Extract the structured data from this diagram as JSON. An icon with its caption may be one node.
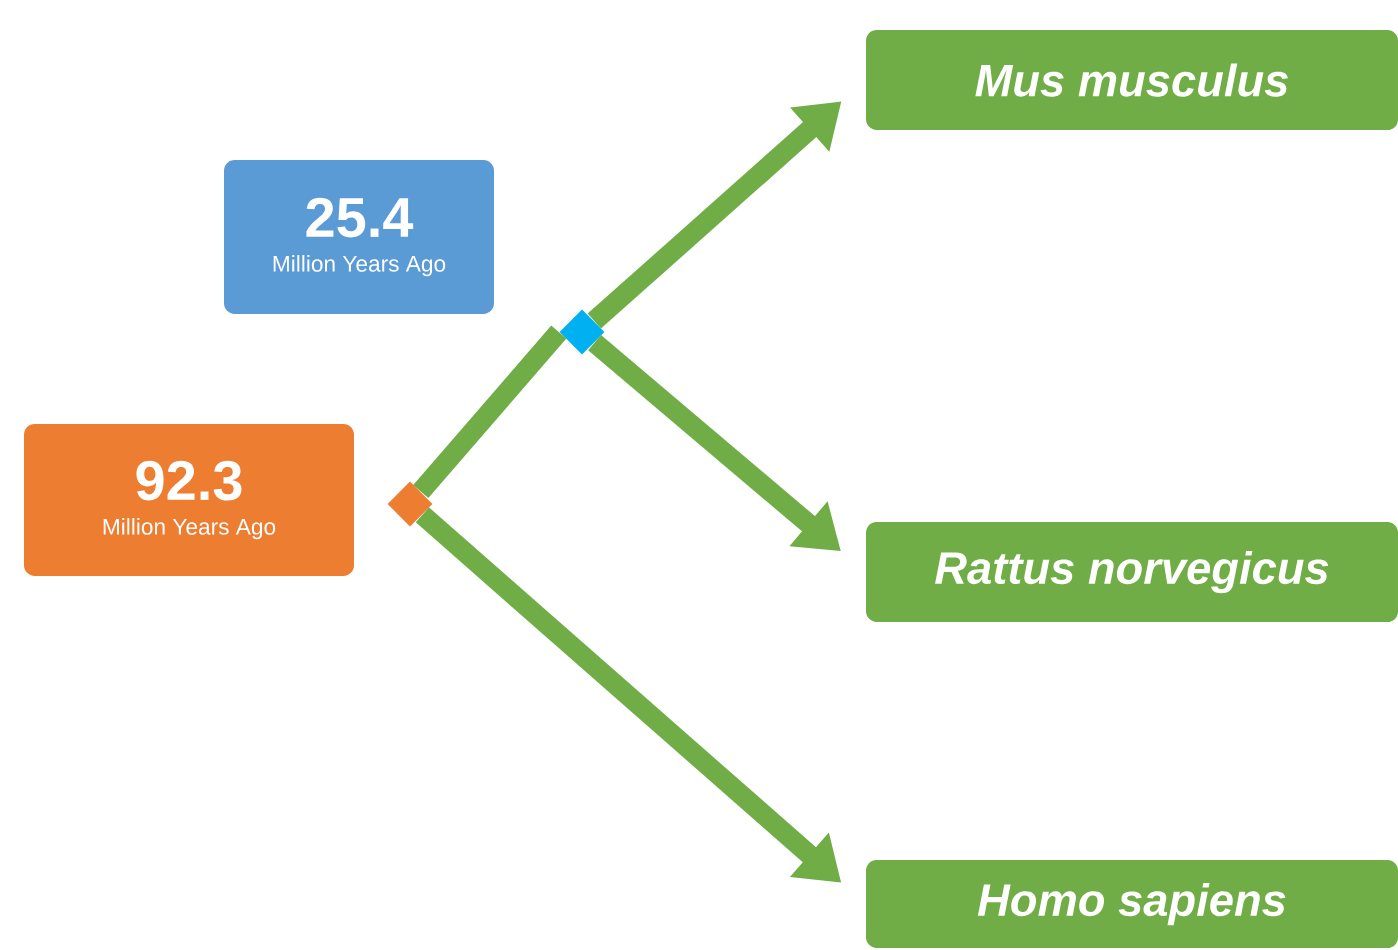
{
  "diagram": {
    "nodes": [
      {
        "text": [
          "25.4",
          "Million Years Ago"
        ]
      },
      {
        "text": [
          "92.3",
          "Million Years Ago"
        ]
      },
      {
        "text": [
          "*Mus musculus*"
        ]
      },
      {
        "text": [
          "*Rattus norvegicus*"
        ]
      },
      {
        "text": [
          "*Homo sapiens*"
        ]
      },
      {
        "text": [],
        "shape": "diamond"
      },
      {
        "text": [],
        "shape": "diamond"
      }
    ],
    "edges": [
      {
        "from": 5,
        "to": 6,
        "arrow": "none"
      },
      {
        "from": 6,
        "to": 2,
        "arrow": "to"
      },
      {
        "from": 6,
        "to": 3,
        "arrow": "to"
      },
      {
        "from": 5,
        "to": 4,
        "arrow": "to"
      }
    ]
  }
}
